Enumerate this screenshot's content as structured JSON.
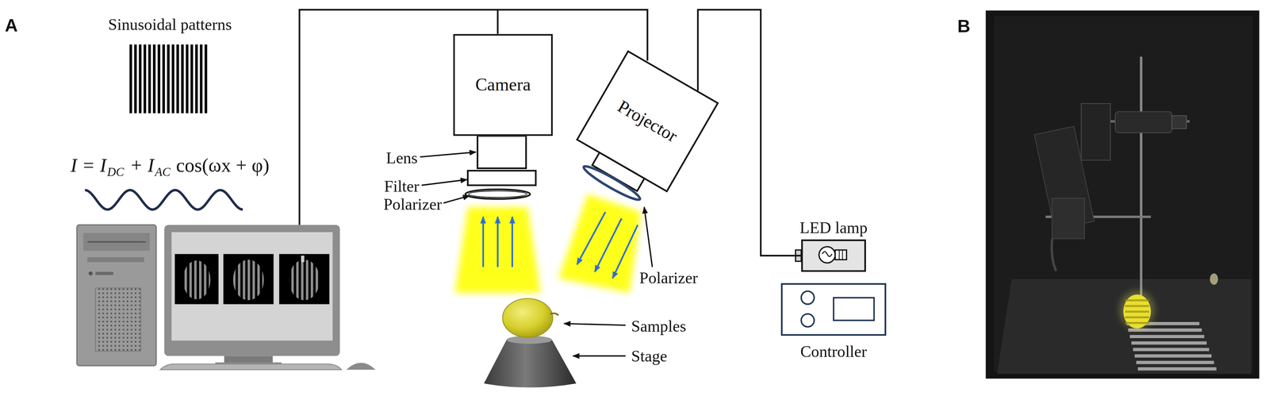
{
  "diagram": {
    "nodes": [
      {
        "text": [
          "Camera"
        ]
      },
      {
        "text": [
          "Projector"
        ]
      },
      {
        "text": [
          "LED lamp"
        ]
      },
      {
        "text": [
          "Controller"
        ]
      }
    ],
    "edges": [
      {
        "from": 1,
        "to": 2,
        "arrow": "none"
      }
    ],
    "labels": [
      "A",
      "Sinusoidal patterns",
      "I = I",
      "DC",
      "+ I",
      "AC",
      "cos(ωx + φ)",
      "Lens",
      "Filter",
      "Polarizer",
      "Polarizer",
      "Samples",
      "Stage",
      "B"
    ]
  }
}
